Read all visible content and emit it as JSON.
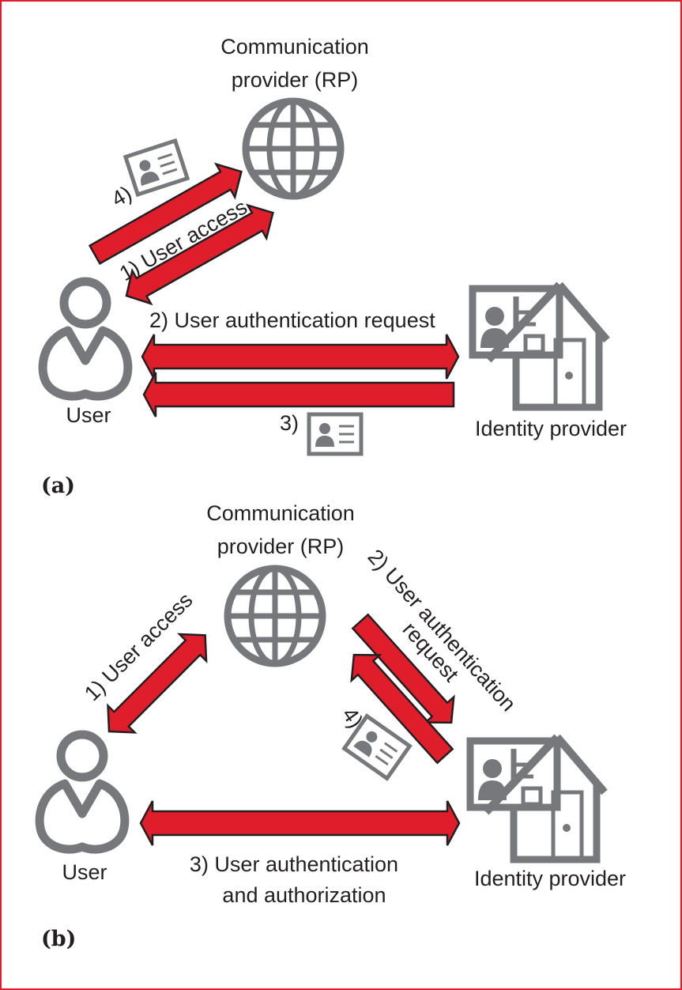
{
  "figure": {
    "border_color": "#e01e2b",
    "arrow_color": "#e01e2b",
    "icon_color": "#77787b",
    "text_color": "#231f20"
  },
  "panel_a": {
    "label": "(a)",
    "rp_label_line1": "Communication",
    "rp_label_line2": "provider (RP)",
    "user_label": "User",
    "idp_label": "Identity provider",
    "step1": "1) User access",
    "step2": "2) User authentication request",
    "step3": "3)",
    "step4": "4)",
    "icons": {
      "rp": "globe-icon",
      "user": "user-icon",
      "idp": "identity-house-icon",
      "token": "id-card-icon"
    }
  },
  "panel_b": {
    "label": "(b)",
    "rp_label_line1": "Communication",
    "rp_label_line2": "provider (RP)",
    "user_label": "User",
    "idp_label": "Identity provider",
    "step1": "1) User access",
    "step2_line1": "2) User authentication",
    "step2_line2": "request",
    "step3_line1": "3) User authentication",
    "step3_line2": "and authorization",
    "step4": "4)",
    "icons": {
      "rp": "globe-icon",
      "user": "user-icon",
      "idp": "identity-house-icon",
      "token": "id-card-icon"
    }
  }
}
